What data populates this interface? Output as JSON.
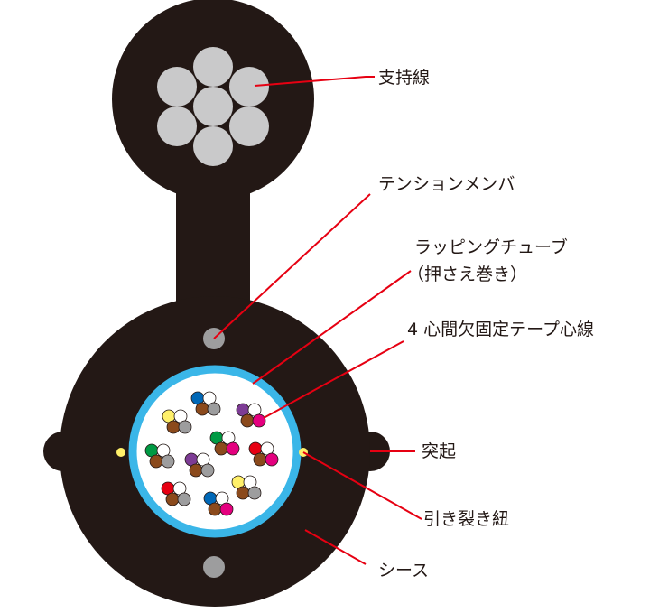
{
  "labels": {
    "messenger_wire": "支持線",
    "tension_member": "テンションメンバ",
    "wrapping_tube_line1": "ラッピングチューブ",
    "wrapping_tube_line2": "（押さえ巻き）",
    "fiber_ribbon": "4 心間欠固定テープ心線",
    "protrusion": "突起",
    "rip_cord": "引き裂き紐",
    "sheath": "シース"
  },
  "colors": {
    "sheath": "#231815",
    "messenger_wire": "#c9c9ca",
    "tension_member": "#9d9d9e",
    "wrapping_tube": "#3ab6e8",
    "rip_cord": "#fff06a",
    "leader_line": "#e60012",
    "text": "#231815",
    "fiber_blue": "#0068b7",
    "fiber_purple": "#7d3c95",
    "fiber_yellow": "#fff06a",
    "fiber_green": "#009a44",
    "fiber_red": "#e60012",
    "fiber_brown": "#8b4a1c",
    "fiber_gray": "#9d9d9e",
    "fiber_magenta": "#e4007f",
    "fiber_white": "#ffffff"
  },
  "fiber_units": [
    [
      "blue",
      "white",
      "brown",
      "gray"
    ],
    [
      "yellow",
      "white",
      "brown",
      "gray"
    ],
    [
      "purple",
      "white",
      "brown",
      "magenta"
    ],
    [
      "green",
      "white",
      "brown",
      "gray"
    ],
    [
      "green",
      "white",
      "brown",
      "magenta"
    ],
    [
      "purple",
      "white",
      "brown",
      "gray"
    ],
    [
      "red",
      "white",
      "brown",
      "magenta"
    ],
    [
      "red",
      "white",
      "brown",
      "gray"
    ],
    [
      "blue",
      "white",
      "brown",
      "magenta"
    ],
    [
      "yellow",
      "white",
      "brown",
      "gray"
    ]
  ]
}
